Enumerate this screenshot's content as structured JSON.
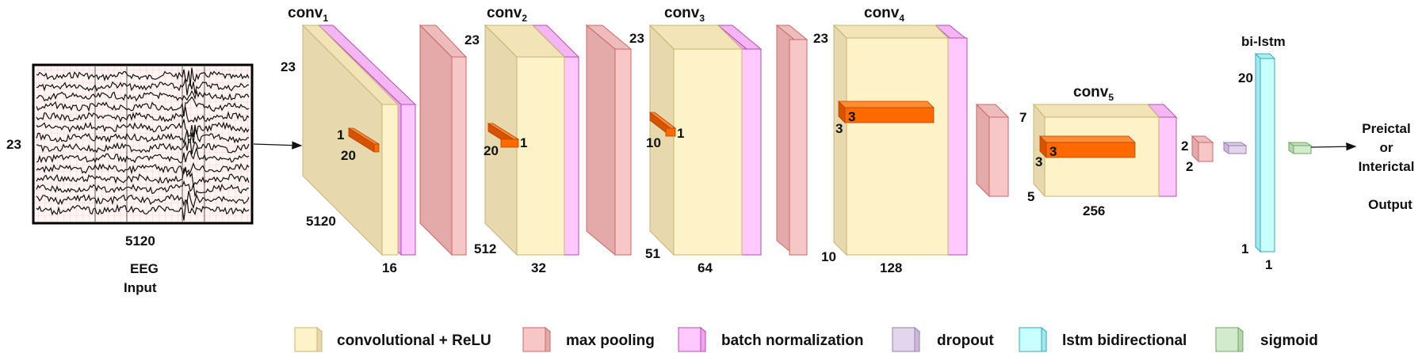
{
  "input": {
    "height_label": "23",
    "width_label": "5120",
    "caption_line1": "EEG",
    "caption_line2": "Input"
  },
  "layers": {
    "conv1": {
      "title": "conv",
      "sub": "1",
      "h": "23",
      "depth": "5120",
      "w": "16",
      "k_a": "1",
      "k_b": "20"
    },
    "conv2": {
      "title": "conv",
      "sub": "2",
      "h": "23",
      "depth": "512",
      "w": "32",
      "k_a": "20",
      "k_b": "1"
    },
    "conv3": {
      "title": "conv",
      "sub": "3",
      "h": "23",
      "depth": "51",
      "w": "64",
      "k_a": "10",
      "k_b": "1"
    },
    "conv4": {
      "title": "conv",
      "sub": "4",
      "h": "23",
      "depth": "10",
      "w": "128",
      "k_a": "3",
      "k_b": "3"
    },
    "conv5": {
      "title": "conv",
      "sub": "5",
      "h": "7",
      "depth": "5",
      "w": "256",
      "k_a": "3",
      "k_b": "3"
    },
    "pool_small": {
      "a": "2",
      "b": "2"
    },
    "bilstm": {
      "title": "bi-lstm",
      "h": "20",
      "a": "1",
      "b": "1"
    }
  },
  "output": {
    "line1": "Preictal",
    "line2": "or",
    "line3": "Interictal",
    "line4": "Output"
  },
  "legend": [
    {
      "label": "convolutional + ReLU",
      "color": "#fdf2c8"
    },
    {
      "label": "max pooling",
      "color": "#f7c7c7"
    },
    {
      "label": "batch normalization",
      "color": "#ffc8ff"
    },
    {
      "label": "dropout",
      "color": "#e3d6ec"
    },
    {
      "label": "lstm bidirectional",
      "color": "#c8ffff"
    },
    {
      "label": "sigmoid",
      "color": "#d2ebcc"
    }
  ],
  "colors": {
    "conv_front": "#fdf2c8",
    "conv_side": "#e7d9ad",
    "conv_top": "#f2e4b6",
    "conv_stroke": "#c8b476",
    "pool_front": "#f7c7c7",
    "pool_side": "#e4a9a9",
    "pool_stroke": "#c96a6a",
    "bn_front": "#ffc8ff",
    "bn_side": "#f0a4f0",
    "bn_stroke": "#b050b0",
    "kernel_front": "#ff6a00",
    "kernel_side": "#d65400",
    "kernel_top": "#ff8c33",
    "drop_front": "#e3d6ec",
    "drop_stroke": "#9a7fb0",
    "lstm_front": "#c8ffff",
    "lstm_stroke": "#3aa8b8",
    "sig_front": "#d2ebcc",
    "sig_stroke": "#72a864"
  }
}
